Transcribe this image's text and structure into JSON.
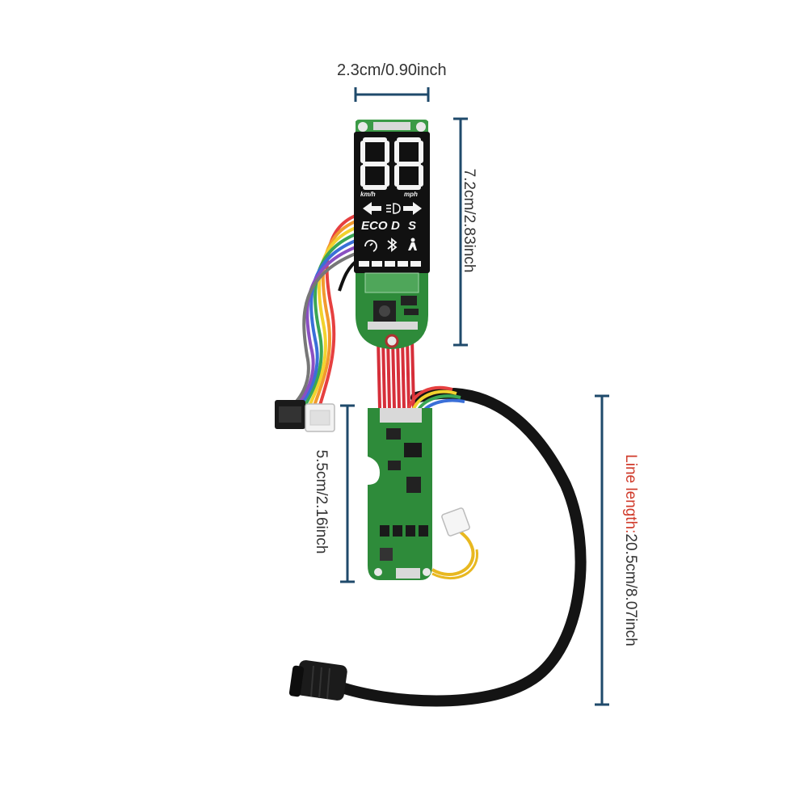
{
  "dimensions": {
    "width_label": "2.3cm/0.90inch",
    "display_height_label": "7.2cm/2.83inch",
    "board_height_label": "5.5cm/2.16inch",
    "line_length_prefix": "Line length:",
    "line_length_value": "20.5cm/8.07inch"
  },
  "display": {
    "digits": "88",
    "unit_left": "km/h",
    "unit_right": "mph",
    "modes": [
      "ECO",
      "D",
      "S"
    ]
  },
  "colors": {
    "dimension_line": "#1f4a6b",
    "line_length_prefix": "#d03a2a",
    "pcb": "#2e8b3a",
    "display_bg": "#111111"
  }
}
